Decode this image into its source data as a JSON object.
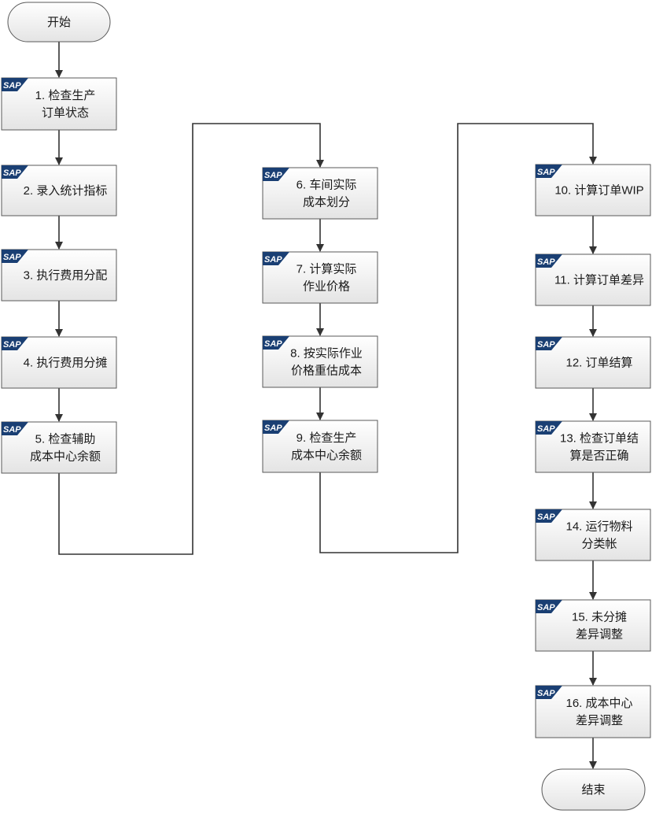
{
  "colors": {
    "box_fill_top": "#ffffff",
    "box_fill_bottom": "#e6e6e6",
    "box_stroke": "#5a5a5a",
    "line": "#333333",
    "sap_badge": "#1a3f73",
    "text": "#1a1a1a"
  },
  "badge_text": "SAP",
  "start": {
    "label": "开始"
  },
  "end": {
    "label": "结束"
  },
  "steps": [
    {
      "id": "s1",
      "lines": [
        "1. 检查生产",
        "订单状态"
      ]
    },
    {
      "id": "s2",
      "lines": [
        "2. 录入统计指标"
      ]
    },
    {
      "id": "s3",
      "lines": [
        "3. 执行费用分配"
      ]
    },
    {
      "id": "s4",
      "lines": [
        "4. 执行费用分摊"
      ]
    },
    {
      "id": "s5",
      "lines": [
        "5. 检查辅助",
        "成本中心余额"
      ]
    },
    {
      "id": "s6",
      "lines": [
        "6. 车间实际",
        "成本划分"
      ]
    },
    {
      "id": "s7",
      "lines": [
        "7. 计算实际",
        "作业价格"
      ]
    },
    {
      "id": "s8",
      "lines": [
        "8. 按实际作业",
        "价格重估成本"
      ]
    },
    {
      "id": "s9",
      "lines": [
        "9. 检查生产",
        "成本中心余额"
      ]
    },
    {
      "id": "s10",
      "lines": [
        "10. 计算订单WIP"
      ]
    },
    {
      "id": "s11",
      "lines": [
        "11. 计算订单差异"
      ]
    },
    {
      "id": "s12",
      "lines": [
        "12. 订单结算"
      ]
    },
    {
      "id": "s13",
      "lines": [
        "13. 检查订单结",
        "算是否正确"
      ]
    },
    {
      "id": "s14",
      "lines": [
        "14. 运行物料",
        "分类帐"
      ]
    },
    {
      "id": "s15",
      "lines": [
        "15. 未分摊",
        "差异调整"
      ]
    },
    {
      "id": "s16",
      "lines": [
        "16. 成本中心",
        "差异调整"
      ]
    }
  ]
}
